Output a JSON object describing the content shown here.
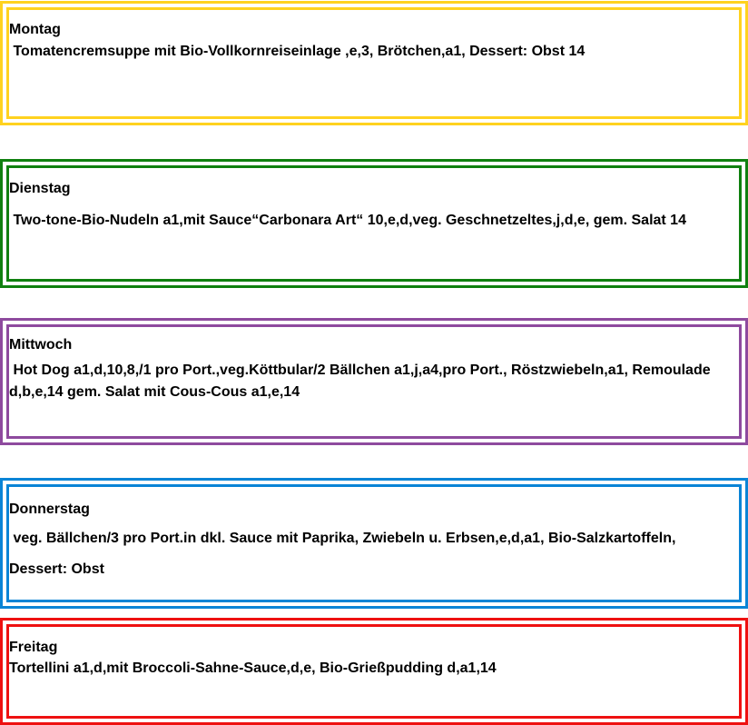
{
  "days": [
    {
      "id": "montag",
      "name": "Montag",
      "menu": " Tomatencremsuppe mit Bio-Vollkornreiseinlage ,e,3, Brötchen,a1, Dessert: Obst 14",
      "color": "#FFD21F"
    },
    {
      "id": "dienstag",
      "name": "Dienstag",
      "menu": " Two-tone-Bio-Nudeln a1,mit Sauce“Carbonara Art“ 10,e,d,veg. Geschnetzeltes,j,d,e, gem. Salat 14",
      "color": "#108010"
    },
    {
      "id": "mittwoch",
      "name": "Mittwoch",
      "menu": " Hot Dog a1,d,10,8,/1 pro Port.,veg.Köttbular/2 Bällchen a1,j,a4,pro Port., Röstzwiebeln,a1, Remoulade d,b,e,14 gem. Salat mit Cous-Cous a1,e,14",
      "color": "#8E4A9E"
    },
    {
      "id": "donnerstag",
      "name": "Donnerstag",
      "menu": " veg. Bällchen/3 pro Port.in dkl. Sauce mit Paprika, Zwiebeln u. Erbsen,e,d,a1, Bio-Salzkartoffeln, Dessert: Obst",
      "color": "#0A84D6"
    },
    {
      "id": "freitag",
      "name": "Freitag",
      "menu": "Tortellini a1,d,mit Broccoli-Sahne-Sauce,d,e, Bio-Grießpudding d,a1,14",
      "color": "#EE1111"
    }
  ]
}
